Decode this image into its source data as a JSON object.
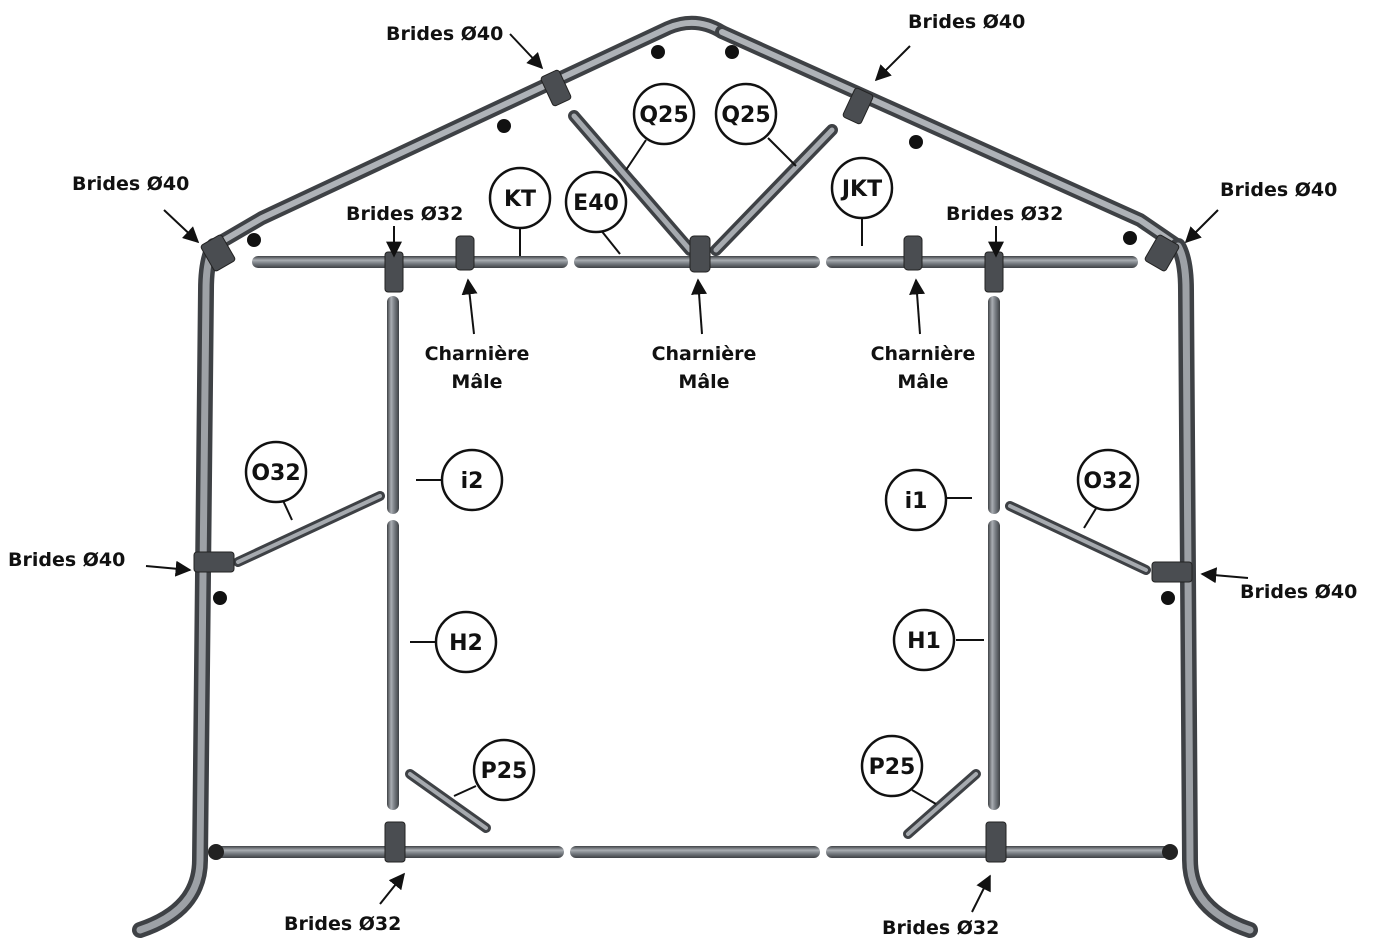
{
  "labels": {
    "brides40_top_left": "Brides Ø40",
    "brides40_top_right": "Brides Ø40",
    "brides40_left_corner": "Brides Ø40",
    "brides40_right_corner": "Brides Ø40",
    "brides32_left": "Brides Ø32",
    "brides32_right": "Brides Ø32",
    "brides40_mid_left": "Brides Ø40",
    "brides40_mid_right": "Brides Ø40",
    "brides32_bottom_left": "Brides Ø32",
    "brides32_bottom_right": "Brides Ø32",
    "charniere_left_line1": "Charnière",
    "charniere_left_line2": "Mâle",
    "charniere_center_line1": "Charnière",
    "charniere_center_line2": "Mâle",
    "charniere_right_line1": "Charnière",
    "charniere_right_line2": "Mâle"
  },
  "parts": {
    "q25_left": "Q25",
    "q25_right": "Q25",
    "kt": "KT",
    "e40": "E40",
    "jkt": "JKT",
    "o32_left": "O32",
    "o32_right": "O32",
    "i2": "i2",
    "i1": "i1",
    "h2": "H2",
    "h1": "H1",
    "p25_left": "P25",
    "p25_right": "P25"
  },
  "colors": {
    "tube": "#6b6f74",
    "tube_dark": "#3e4145",
    "tube_light": "#b9bdc2",
    "bracket": "#4a4d51",
    "text": "#111111"
  }
}
